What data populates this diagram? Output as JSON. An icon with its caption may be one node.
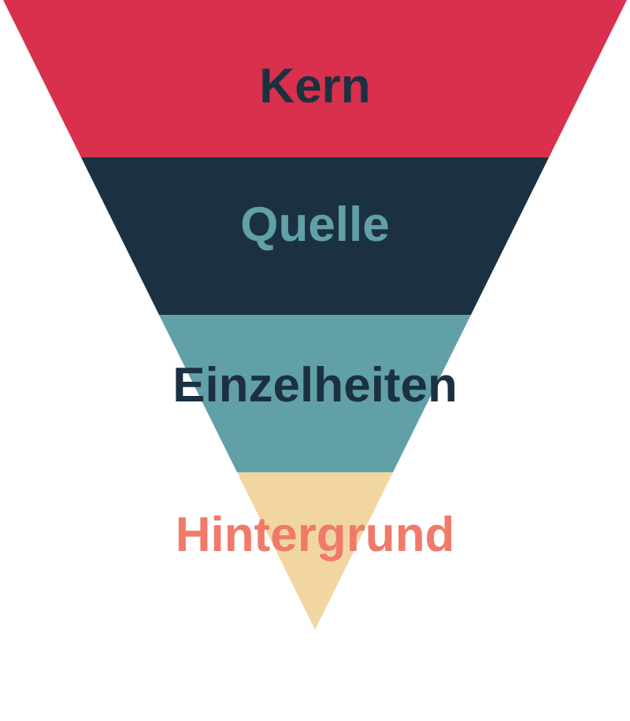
{
  "diagram": {
    "nodes": [
      {
        "text": [
          "Kern"
        ]
      },
      {
        "text": [
          "Quelle"
        ]
      },
      {
        "text": [
          "Einzelheiten"
        ]
      },
      {
        "text": [
          "Hintergrund"
        ]
      }
    ]
  }
}
